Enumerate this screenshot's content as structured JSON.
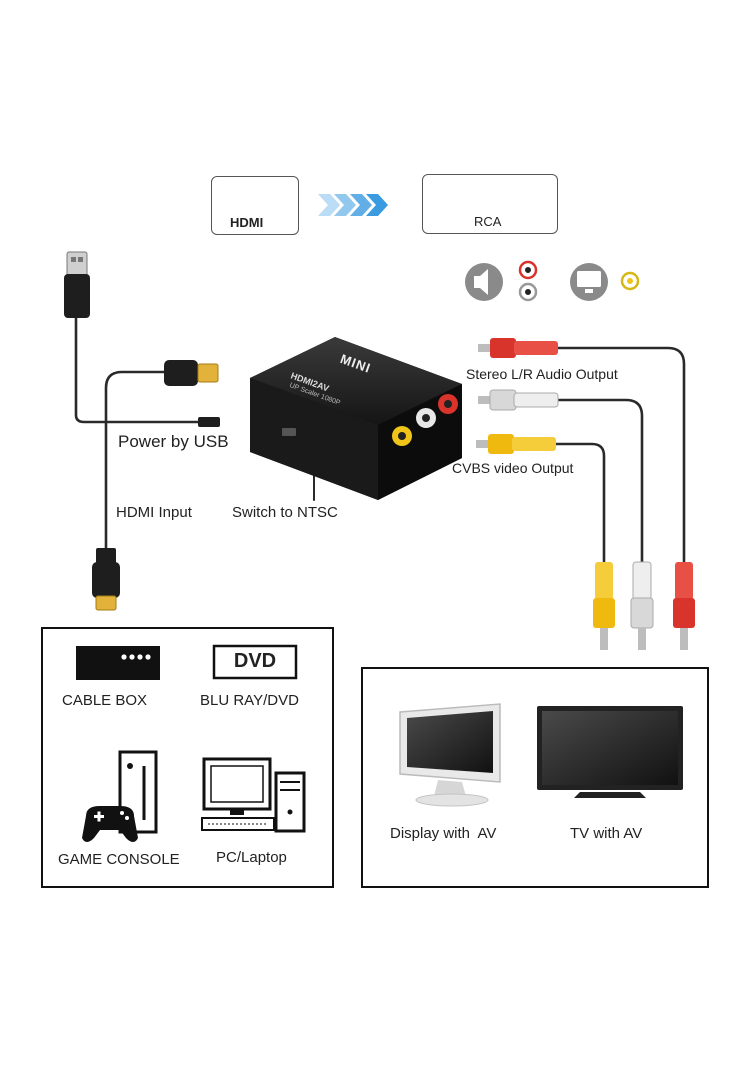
{
  "top_badges": {
    "hdmi_label": "HDMI",
    "rca_label": "RCA"
  },
  "adapter": {
    "brand": "MINI",
    "model": "HDMI2AV",
    "subtitle": "UP Scaler 1080P"
  },
  "callouts": {
    "power": "Power by USB",
    "hdmi_input": "HDMI Input",
    "switch": "Switch to NTSC",
    "audio_output": "Stereo L/R Audio Output",
    "video_output": "CVBS video Output"
  },
  "sources": {
    "cable_box": "CABLE BOX",
    "dvd_logo": "DVD",
    "blu_ray": "BLU RAY/DVD",
    "game_console": "GAME CONSOLE",
    "pc": "PC/Laptop"
  },
  "displays": {
    "monitor": "Display with  AV",
    "tv": "TV with AV"
  },
  "colors": {
    "rca_red": "#d9342b",
    "rca_white": "#e8e8e8",
    "rca_yellow": "#f0c419",
    "arrow_blue": "#3a9be0",
    "cable_dark": "#2a2a2a"
  }
}
